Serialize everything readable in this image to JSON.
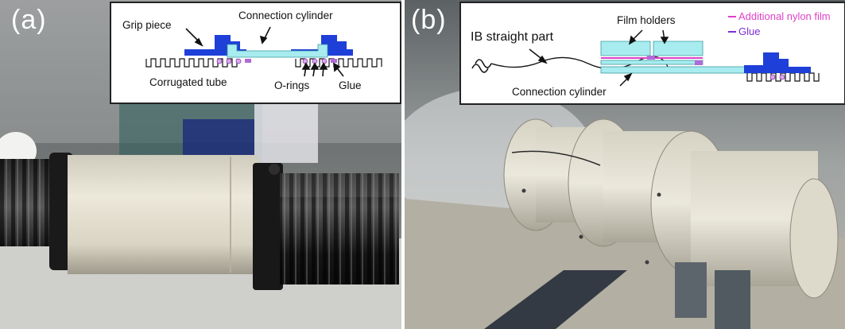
{
  "panel_a": {
    "letter": "(a)",
    "inset_labels": {
      "grip_piece": "Grip piece",
      "connection_cylinder": "Connection cylinder",
      "corrugated_tube": "Corrugated tube",
      "o_rings": "O-rings",
      "glue": "Glue"
    }
  },
  "panel_b": {
    "letter": "(b)",
    "inset_labels": {
      "ib_straight_part": "IB straight part",
      "film_holders": "Film holders",
      "connection_cylinder": "Connection cylinder",
      "legend_nylon": "Additional nylon film",
      "legend_glue": "Glue"
    }
  },
  "colors": {
    "grip_blue": "#1e3fd8",
    "cylinder_cyan": "#a8ecf0",
    "glue_purple": "#b06ad8",
    "nylon_magenta": "#e040c8",
    "glue_legend": "#7b2fd6"
  }
}
